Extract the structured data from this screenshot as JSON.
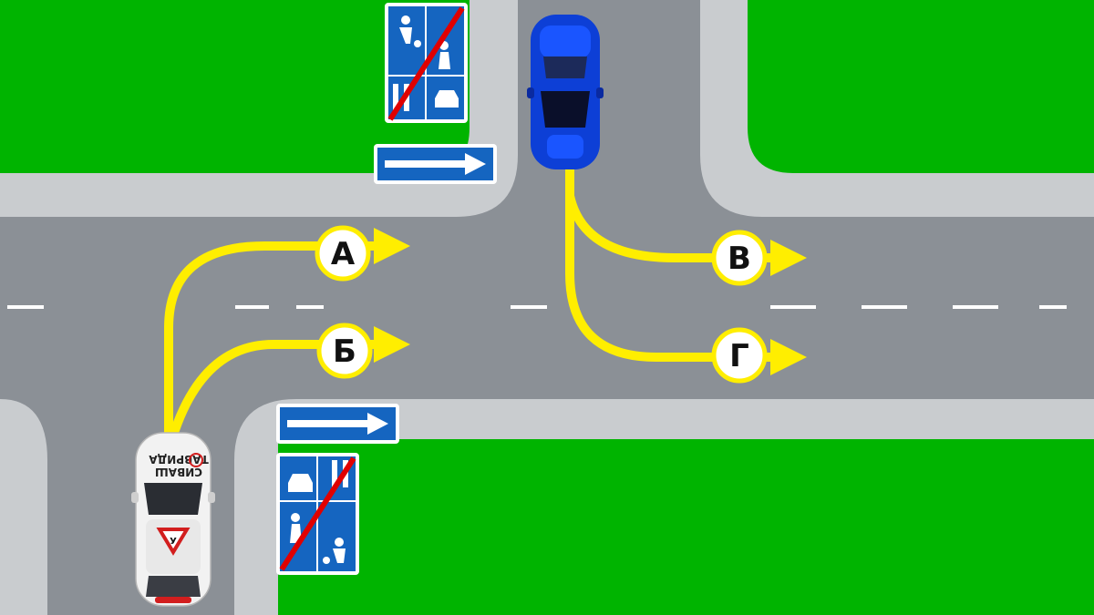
{
  "colors": {
    "grass": "#00b400",
    "road": "#8b9096",
    "sidewalk": "#c9cccf",
    "marking": "#ffffff",
    "arrow": "#ffee00",
    "sign_blue": "#1565c0",
    "sign_red": "#e00000",
    "car_blue": "#0d3fd6",
    "car_white": "#f2f2f2"
  },
  "routes": [
    {
      "id": "A",
      "label": "А"
    },
    {
      "id": "B",
      "label": "Б"
    },
    {
      "id": "V",
      "label": "В"
    },
    {
      "id": "G",
      "label": "Г"
    }
  ],
  "signs": {
    "one_way_top": "one-way-road-arrow",
    "one_way_bottom": "one-way-road-arrow",
    "end_residential_top": "end-of-residential-zone",
    "end_residential_bottom": "end-of-residential-zone"
  },
  "vehicles": {
    "blue_car": {
      "icon": "blue-car-icon"
    },
    "white_car": {
      "icon": "driving-school-car-icon",
      "brand_line1": "ТАВРИДА",
      "brand_line2": "СИВАШ",
      "badge": "У"
    }
  }
}
